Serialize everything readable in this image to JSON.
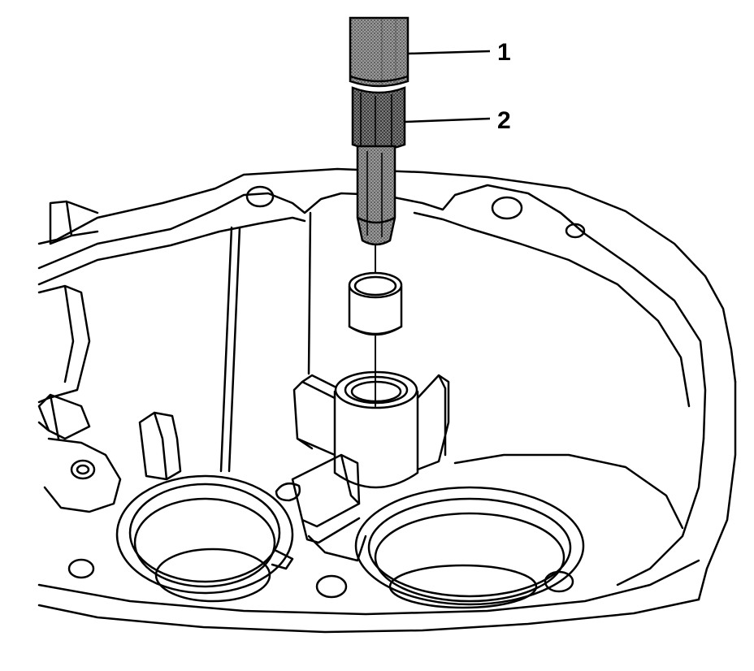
{
  "callouts": [
    {
      "id": "1",
      "label": "1"
    },
    {
      "id": "2",
      "label": "2"
    }
  ],
  "colors": {
    "line": "#000000",
    "background": "#ffffff",
    "tool_shade": "#6e6e6e"
  }
}
